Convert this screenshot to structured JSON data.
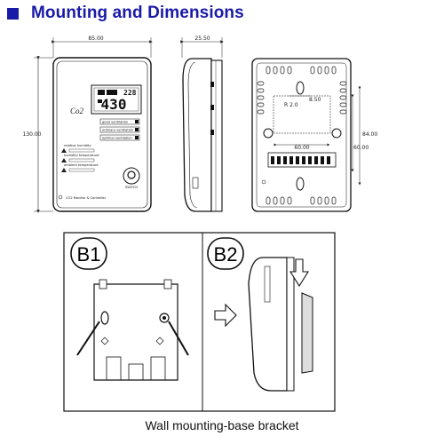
{
  "header": {
    "title": "Mounting and Dimensions",
    "accent_color": "#1a1aa8"
  },
  "dimensions": {
    "front_width": "85.00",
    "side_depth": "25.50",
    "height": "130.00",
    "screw_spacing_v": "84.00",
    "bracket_v": "60.00",
    "bracket_h": "60.00",
    "hole_dia": "8.50",
    "hole_r": "R 2.0"
  },
  "device": {
    "lcd_value": "430",
    "lcd_top": "228",
    "lcd_label": "Co2",
    "rows": [
      "good ventilation",
      "ordinary ventilation",
      "optimal ventilation"
    ],
    "legend": [
      "relative humidity",
      "humidity temperature",
      "ambient temperature"
    ],
    "brand": "CO2 Monitor & Controller",
    "button_label": "SWITCH"
  },
  "panels": {
    "b1_label": "B1",
    "b2_label": "B2"
  },
  "caption": "Wall mounting-base bracket"
}
